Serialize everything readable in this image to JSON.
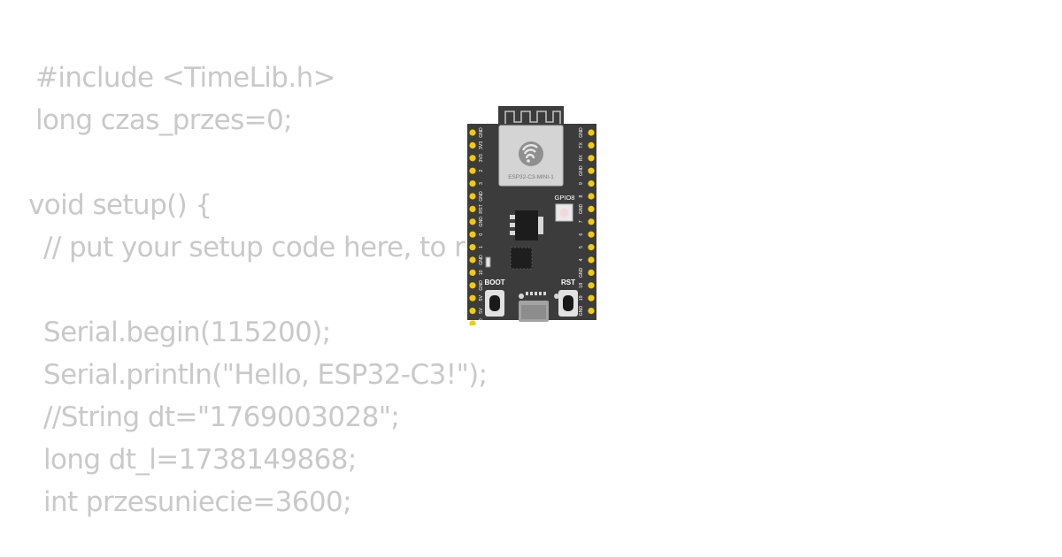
{
  "code_lines": [
    "#include <TimeLib.h>",
    "long czas_przes=0;",
    "void setup() {",
    "// put your setup code here, to r",
    "Serial.begin(115200);",
    "Serial.println(\"Hello, ESP32-C3!\");",
    "//String dt=\"1769003028\";",
    "long dt_l=1738149868;",
    "int przesuniecie=3600;"
  ],
  "board": {
    "module_label": "ESP32-C3-MINI-1",
    "led_label": "GPIO8",
    "boot_label": "BOOT",
    "rst_label": "RST",
    "left_pins": [
      "GND",
      "3V3",
      "3V3",
      "2",
      "3",
      "GND",
      "RST",
      "GND",
      "0",
      "1",
      "GND",
      "10",
      "GND",
      "5V",
      "5V",
      "GND"
    ],
    "right_pins": [
      "GND",
      "TX",
      "RX",
      "GND",
      "9",
      "8",
      "GND",
      "7",
      "6",
      "5",
      "4",
      "GND",
      "18",
      "19",
      "GND"
    ],
    "colors": {
      "pcb": "#3c3c3c",
      "pin_pad": "#f2cb05",
      "module_shield": "#d4d4d4",
      "code_text": "#c9c9c9"
    }
  }
}
